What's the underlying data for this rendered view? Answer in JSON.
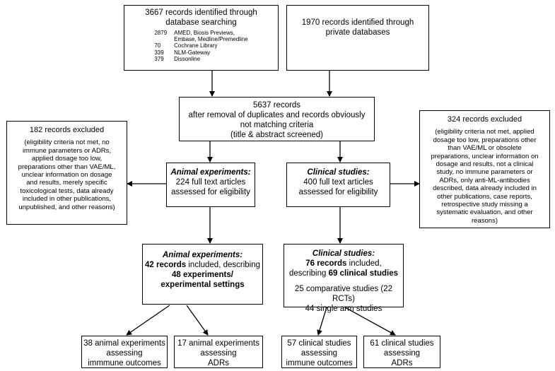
{
  "db_search": {
    "line1": "3667 records identified through",
    "line2": "database searching",
    "sources": [
      {
        "count": "2879",
        "name": "AMED, Biosis Previews,"
      },
      {
        "count": "",
        "name": "Embase, Medline/Premedline"
      },
      {
        "count": "70",
        "name": "Cochrane Library"
      },
      {
        "count": "339",
        "name": "NLM-Gateway"
      },
      {
        "count": "379",
        "name": "Dissonline"
      }
    ]
  },
  "private_db": {
    "line1": "1970 records identified through",
    "line2": "private databases"
  },
  "screened": {
    "line1": "5637 records",
    "line2": "after removal of duplicates and records obviously",
    "line3": "not matching criteria",
    "line4": "(title & abstract screened)"
  },
  "excluded_left": {
    "title": "182 records excluded",
    "lines": [
      "(eligibility criteria not met, no",
      "immune parameters or ADRs,",
      "applied dosage too low,",
      "preparations other than VAE/ML,",
      "unclear information on dosage",
      "and results, merely specific",
      "toxicological tests, data already",
      "included in other publications,",
      "unpublished, and other reasons)"
    ]
  },
  "excluded_right": {
    "title": "324 records excluded",
    "lines": [
      "(eligibility criteria not met, applied",
      "dosage too low, preparations other",
      "than VAE/ML or obsolete",
      "preparations, unclear information on",
      "dosage and results, not a clinical",
      "study, no immune parameters or",
      "ADRs, only anti-ML-antibodies",
      "described, data already included in",
      "other publications, case reports,",
      "retrospective study missing a",
      "systematic evaluation, and other",
      "reasons)"
    ]
  },
  "animal_eligibility": {
    "heading": "Animal experiments:",
    "line1": "224 full text articles",
    "line2": "assessed for eligibility"
  },
  "clinical_eligibility": {
    "heading": "Clinical studies:",
    "line1": "400 full text articles",
    "line2": "assessed for eligibility"
  },
  "animal_included": {
    "heading": "Animal experiments:",
    "line1_bold": "42 records",
    "line1_rest": " included, describing",
    "line2": "48 experiments/",
    "line3": "experimental settings"
  },
  "clinical_included": {
    "heading": "Clinical studies:",
    "line1_bold": "76 records",
    "line1_rest": " included,",
    "line2_pre": "describing ",
    "line2_bold": "69 clinical studies",
    "line3": "25 comparative studies (22 RCTs)",
    "line4": "44 single arm studies"
  },
  "outcomes": [
    {
      "line1": "38 animal experiments",
      "line2": "assessing",
      "line3": "imm​mune outcomes"
    },
    {
      "line1": "17 animal experiments",
      "line2": "assessing",
      "line3": "ADRs"
    },
    {
      "line1": "57 clinical studies",
      "line2": "assessing",
      "line3": "immune outcomes"
    },
    {
      "line1": "61 clinical studies",
      "line2": "assessing",
      "line3": "ADRs"
    }
  ]
}
